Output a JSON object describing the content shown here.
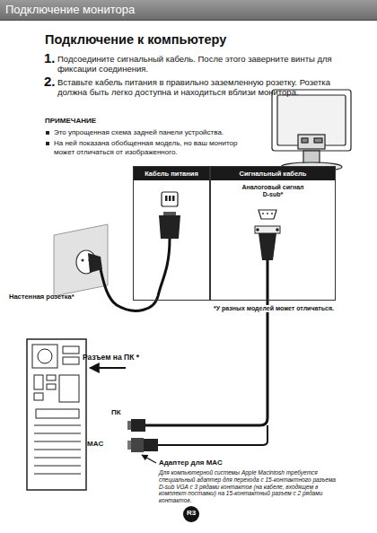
{
  "diagram": {
    "title": "Подключение к компьютеру",
    "nodes": [
      {
        "text": [
          "Кабель питания"
        ]
      },
      {
        "text": [
          "Сигнальный кабель",
          "Аналоговый сигнал D-sub*"
        ]
      }
    ],
    "labels": [
      "Подключение монитора",
      "1.",
      "Подсоедините сигнальный кабель. После этого заверните винты для фиксации соединения.",
      "2.",
      "Вставьте кабель питания в правильно заземленную розетку. Розетка должна быть легко доступна и находиться вблизи монитора.",
      "ПРИМЕЧАНИЕ",
      "Это упрощенная схема задней панели устройства.",
      "На ней показана обобщенная модель, но ваш монитор может отличаться от изображенного.",
      "Настенная розетка*",
      "*У разных моделей может отличаться.",
      "Разъем на ПК *",
      "ПК",
      "MAC",
      "Адаптер для MAC",
      "Для компьютерной системы Apple Macintosh требуется специальный адаптер для перехода с 15-контактного разъема D-sub VGA с 3 рядами контактов (на кабеле, входящем в комплект поставки) на 15-контактный разъем с 2 рядами контактов.",
      "R3"
    ]
  }
}
